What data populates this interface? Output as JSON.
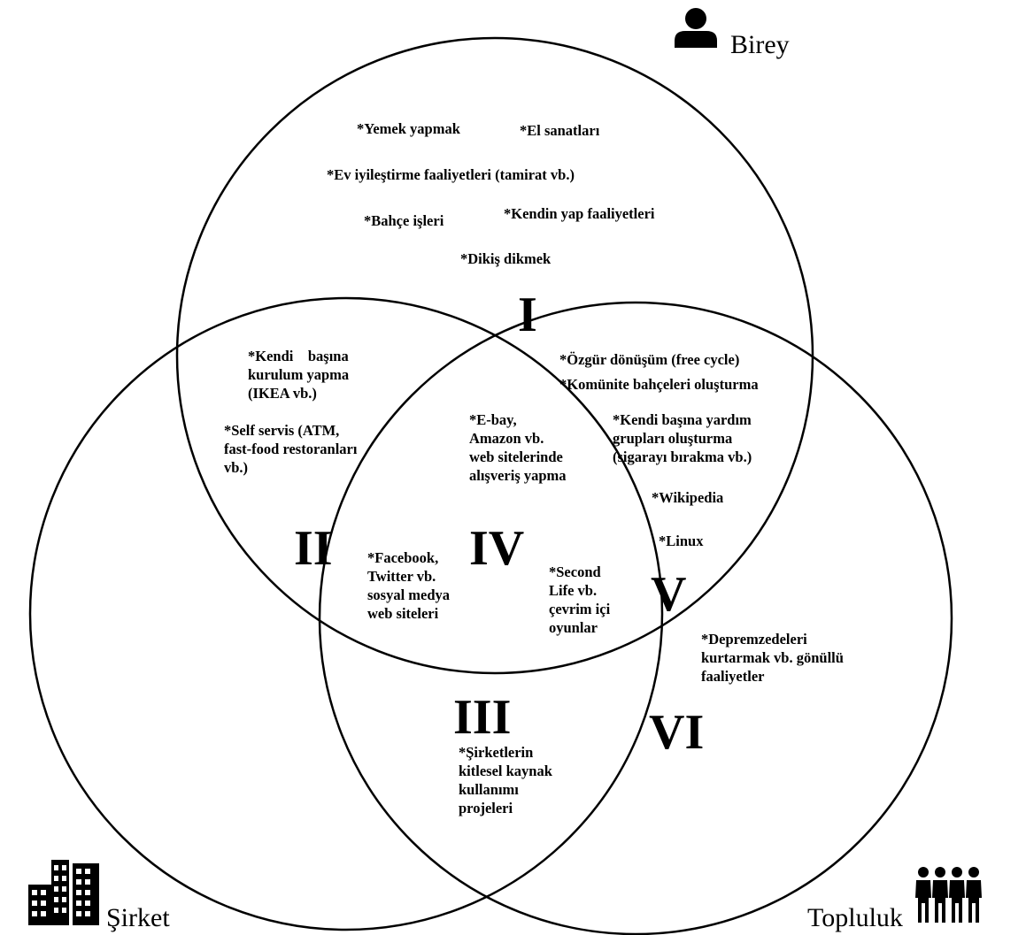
{
  "sets": {
    "individual": "Birey",
    "company": "Şirket",
    "community": "Topluluk"
  },
  "icons": {
    "individual": "person-icon",
    "company": "buildings-icon",
    "community": "people-group-icon"
  },
  "regions": {
    "I": "I",
    "II": "II",
    "III": "III",
    "IV": "IV",
    "V": "V",
    "VI": "VI"
  },
  "items": {
    "region1": {
      "yemek": "*Yemek yapmak",
      "el": "*El sanatları",
      "ev": "*Ev iyileştirme faaliyetleri (tamirat vb.)",
      "bahce": "*Bahçe işleri",
      "kendin": "*Kendin yap faaliyetleri",
      "dikis": "*Dikiş dikmek"
    },
    "region2": {
      "kurulum": [
        "*Kendi    başına",
        "kurulum yapma",
        "(IKEA vb.)"
      ],
      "self": [
        "*Self servis (ATM,",
        "fast-food restoranları",
        "vb.)"
      ]
    },
    "region3": {
      "sirket": [
        "*Şirketlerin",
        "kitlesel kaynak",
        "kullanımı",
        "projeleri"
      ]
    },
    "region4": {
      "ebay": [
        "*E-bay,",
        "Amazon vb.",
        "web sitelerinde",
        "alışveriş yapma"
      ],
      "facebook": [
        "*Facebook,",
        "Twitter vb.",
        "sosyal medya",
        "web siteleri"
      ],
      "second": [
        "*Second",
        "Life vb.",
        "çevrim içi",
        "oyunlar"
      ]
    },
    "region5": {
      "ozgur": "*Özgür dönüşüm (free cycle)",
      "komunite": "*Komünite bahçeleri oluşturma",
      "yardim": [
        "*Kendi başına yardım",
        "grupları oluşturma",
        "(sigarayı bırakma vb.)"
      ],
      "wiki": "*Wikipedia",
      "linux": "*Linux"
    },
    "region6": {
      "deprem": [
        "*Depremzedeleri",
        "kurtarmak vb. gönüllü",
        "faaliyetler"
      ]
    }
  }
}
